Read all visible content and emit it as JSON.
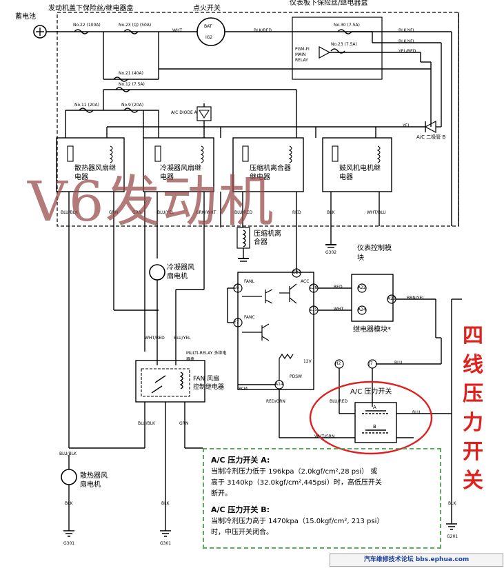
{
  "title_underhood": "发动机盖下保险丝/继电器盒",
  "title_ignition": "点火开关",
  "title_dash": "仪表板下保险丝/继电器盒",
  "battery": "蓄电池",
  "fuses": {
    "no22": "No.22 (100A)",
    "no23q": "No.23 (Q) (50A)",
    "no30": "No.30 (7.5A)",
    "no23": "No.23 (7.5A)",
    "no21": "No.21 (40A)",
    "no12": "No.12 (7.5A)",
    "no11": "No.11 (20A)",
    "no9": "No.9 (20A)"
  },
  "wires": {
    "wht": "WHT",
    "blk_red": "BLK/RED",
    "blk_yel": "BLK/YEL",
    "blk_yel2": "BLK/YEL",
    "yel_red": "YEL/RED",
    "yel": "YEL",
    "blu_blk": "BLU/BLK",
    "grn1": "GRN",
    "grn2": "GRN",
    "blu_yel": "BLU/YEL",
    "grn_wht": "GRN/WHT",
    "blu_red": "BLU/RED",
    "red": "RED",
    "blk": "BLK",
    "wht_blu": "WHT/BLU",
    "red2": "RED",
    "wht2": "WHT",
    "brn_yel": "BRN/YEL",
    "wht_red": "WHT/RED",
    "blu_yel2": "BLU/YEL",
    "blu": "BLU",
    "blu2": "BLU",
    "blu_red2": "BLU/RED",
    "red_grn": "RED/GRN",
    "wht_grn": "WHT/GRN",
    "blu_blk2": "BLU/BLK",
    "grn3": "GRN",
    "blu_blk3": "BLU/BLK",
    "blk2": "BLK",
    "blk3": "BLK",
    "blk4": "BLK",
    "pdsw": "PDSW",
    "pcm": "PCM",
    "v12": "12V"
  },
  "ign": {
    "bat": "BAT",
    "ig2": "IG2"
  },
  "pgm": "PGM-FI MAIN RELAY",
  "diode_a": "A/C DIODE A",
  "diode_b": "A/C 二极管 B",
  "relays": {
    "r1": "散热器风扇继电器",
    "r2": "冷凝器风扇继电器",
    "r3": "压缩机离合器继电器",
    "r4": "鼓风机电机继电器"
  },
  "clutch": "压缩机离合器",
  "g302": "G302",
  "ecm_title": "仪表控制模块",
  "condenser_motor": "冷凝器风扇电机",
  "pins": {
    "e27": "E27",
    "e6": "E6",
    "e7": "E7",
    "e28": "E28",
    "e15": "E15",
    "a22": "A22",
    "a24": "A24",
    "a23": "A23",
    "a14": "A14",
    "h2": "H2",
    "j7": "J7",
    "fanl": "FANL",
    "fanc": "FANC",
    "acc": "ACC"
  },
  "relay_module": "继电器模块*",
  "multi_relay": "MULTI-RELAY 多继电器盒",
  "fan_ctrl": "FAN 风扇控制继电器",
  "ac_switch": "A/C 压力开关",
  "switch_a": "A",
  "switch_b": "B",
  "rad_motor": "散热器风扇电机",
  "grounds": {
    "g301a": "G301",
    "g301b": "G301",
    "g201": "G201"
  },
  "watermark": "V6发动机",
  "red_note": "四线压力开关",
  "note": {
    "h1": "A/C 压力开关 A:",
    "l1": "当制冷剂压力低于 196kpa（2.0kgf/cm²,28 psi） 或",
    "l2": "高于 3140kp（32.0kgf/cm²,445psi）时，高低压开关",
    "l3": "断开。",
    "h2": "A/C 压力开关 B:",
    "l4": "当制冷剂压力高于 1470kpa（15.0kgf/cm², 213 psi）",
    "l5": "时，中压开关闭合。"
  },
  "footer": "汽车维修技术论坛 bbs.ephua.com"
}
